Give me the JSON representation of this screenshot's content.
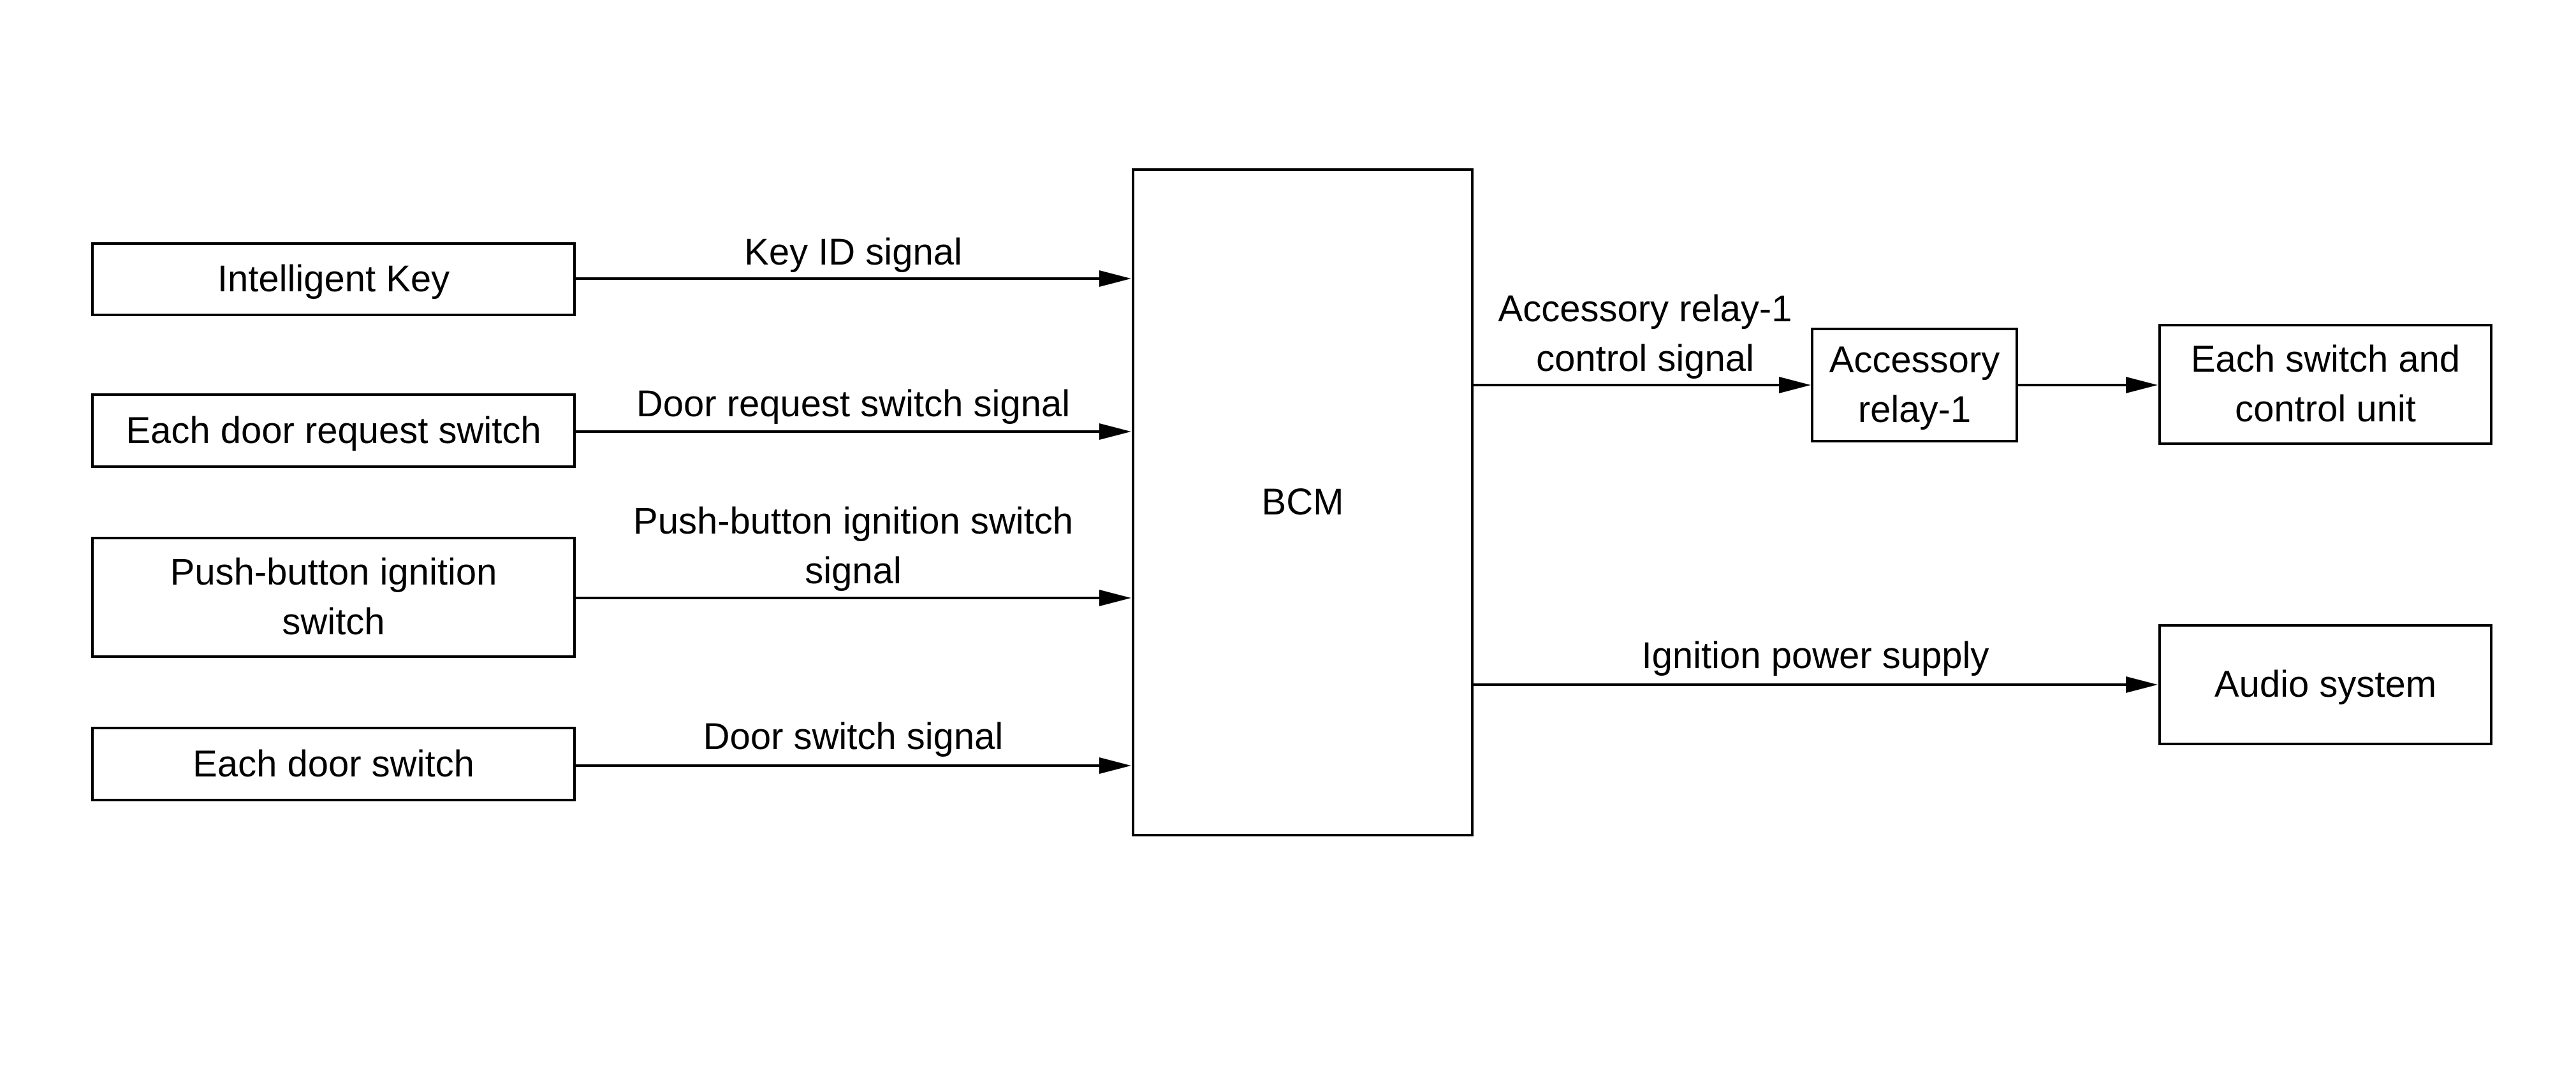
{
  "diagram": {
    "inputs": {
      "intelligent_key": "Intelligent Key",
      "door_request_switch": "Each door request switch",
      "push_button_switch": "Push-button ignition switch",
      "door_switch": "Each door switch"
    },
    "signals": {
      "key_id": "Key ID signal",
      "door_request": "Door request switch signal",
      "push_button": "Push-button ignition switch signal",
      "door_switch": "Door switch signal",
      "accessory_relay_control": "Accessory relay-1 control signal",
      "ignition_power": "Ignition power supply"
    },
    "bcm": "BCM",
    "outputs": {
      "accessory_relay": "Accessory relay-1",
      "switch_and_control_unit": "Each switch and control unit",
      "audio_system": "Audio system"
    }
  }
}
